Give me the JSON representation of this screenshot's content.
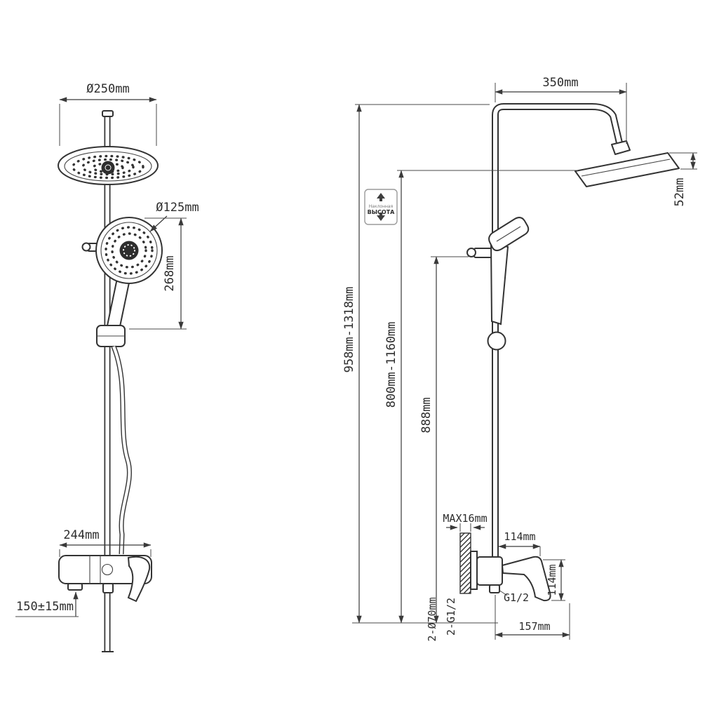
{
  "badge": {
    "top_label": "Наклонная",
    "bottom_label": "ВЫСОТА"
  },
  "front_view": {
    "overhead_diameter": "Ø250mm",
    "handshower_diameter": "Ø125mm",
    "handshower_offset": "268mm",
    "mixer_width": "244mm",
    "spout_offset": "150±15mm"
  },
  "side_view": {
    "arm_reach": "350mm",
    "head_thickness": "52mm",
    "overall_height": "958mm-1318mm",
    "riser_height": "800mm-1160mm",
    "holder_height": "888mm",
    "wall_thickness": "MAX16mm",
    "handle_reach": "114mm",
    "handle_drop": "114mm",
    "escutcheon_holes": "2-Ø70mm",
    "inlet_thread": "2-G1/2",
    "outlet_thread": "G1/2",
    "spout_reach": "157mm"
  },
  "colors": {
    "line": "#333333",
    "text": "#2d2d2d",
    "background": "#ffffff",
    "hub": "#2e2e2e"
  }
}
